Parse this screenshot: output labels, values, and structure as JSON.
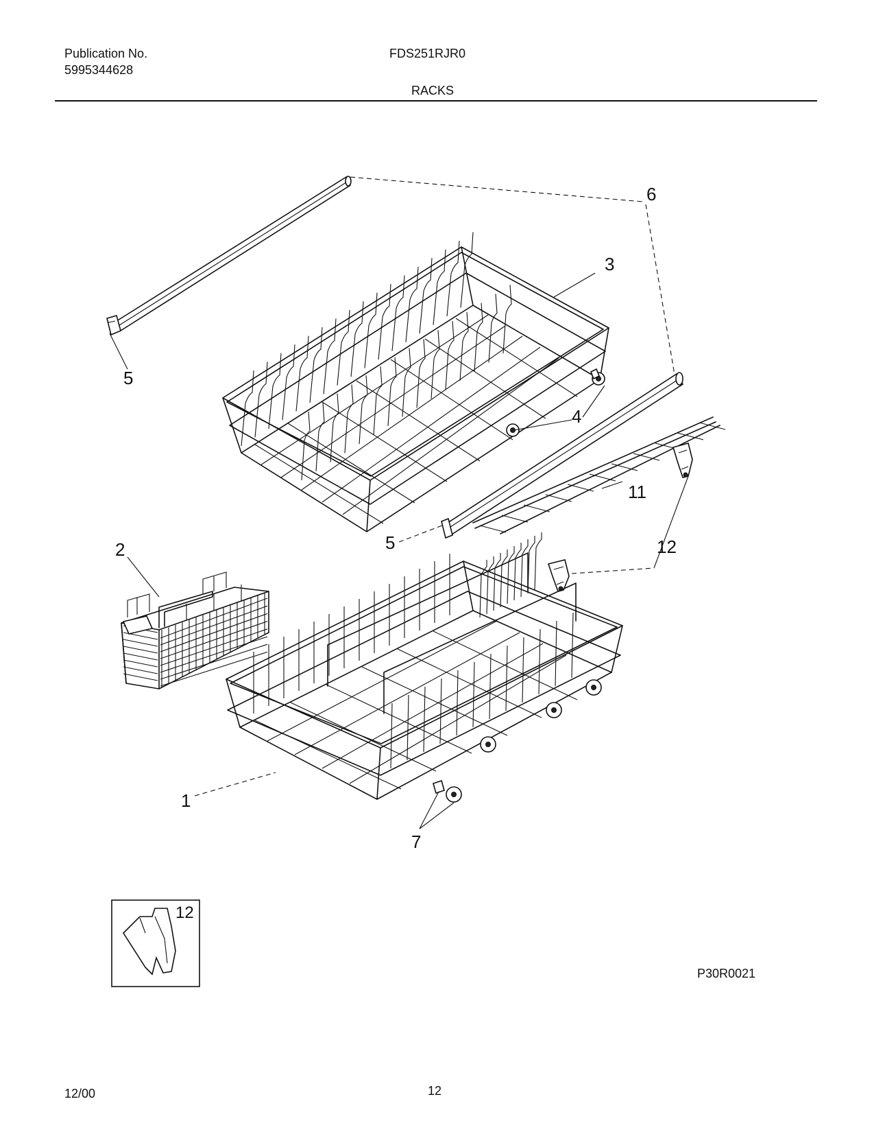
{
  "header": {
    "publication_label": "Publication No.",
    "publication_number": "5995344628",
    "model": "FDS251RJR0",
    "section": "RACKS"
  },
  "callouts": [
    "6",
    "3",
    "5",
    "4",
    "11",
    "5",
    "12",
    "2",
    "1",
    "7"
  ],
  "inset": {
    "label": "12"
  },
  "diagram_code": "P30R0021",
  "footer": {
    "date": "12/00",
    "page": "12"
  }
}
